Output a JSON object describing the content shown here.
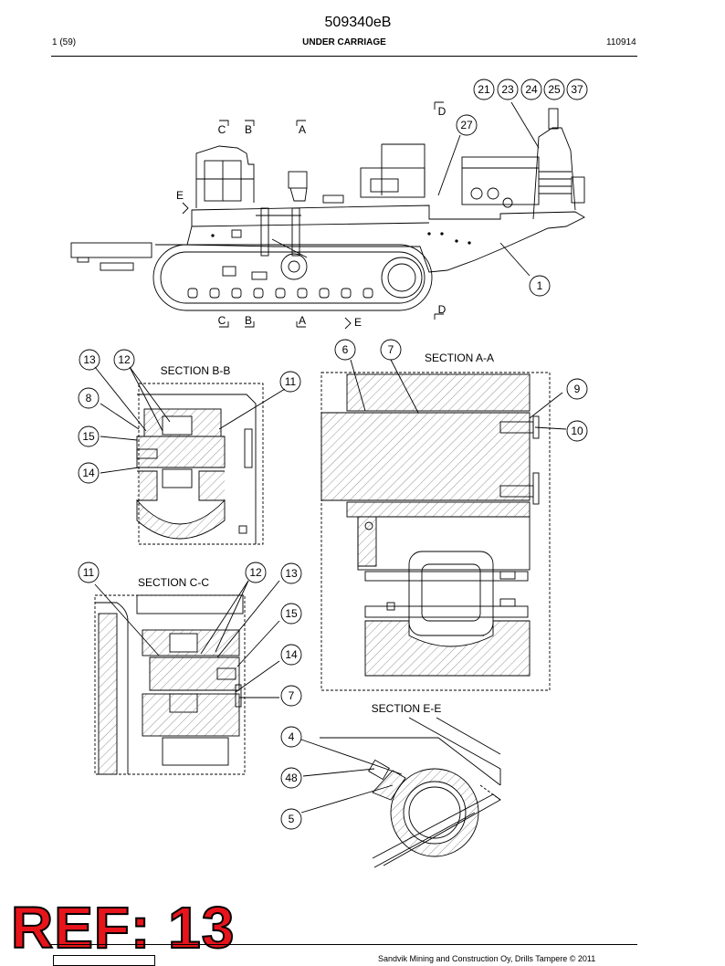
{
  "header": {
    "doc_id": "509340eB",
    "page": "1 (59)",
    "title": "UNDER CARRIAGE",
    "date_code": "110914"
  },
  "sections": {
    "bb": "SECTION B-B",
    "aa": "SECTION A-A",
    "cc": "SECTION C-C",
    "ee": "SECTION E-E"
  },
  "view_markers": {
    "c_top": "C",
    "b_top": "B",
    "a_top": "A",
    "d_top": "D",
    "e_side": "E",
    "c_bot": "C",
    "b_bot": "B",
    "a_bot": "A",
    "e_bot": "E",
    "d_bot": "D"
  },
  "callouts": {
    "c21": "21",
    "c23": "23",
    "c24": "24",
    "c25": "25",
    "c37": "37",
    "c27": "27",
    "c1": "1",
    "bb13": "13",
    "bb12": "12",
    "bb11": "11",
    "bb8": "8",
    "bb15": "15",
    "bb14": "14",
    "aa6": "6",
    "aa7": "7",
    "aa9": "9",
    "aa10": "10",
    "cc11": "11",
    "cc12": "12",
    "cc13": "13",
    "cc15": "15",
    "cc14": "14",
    "cc7": "7",
    "ee4": "4",
    "ee48": "48",
    "ee5": "5"
  },
  "stamp": {
    "text": "REF: 13",
    "color": "#e8141b"
  },
  "footer": {
    "text": "Sandvik Mining and Construction Oy, Drills Tampere © 2011"
  }
}
